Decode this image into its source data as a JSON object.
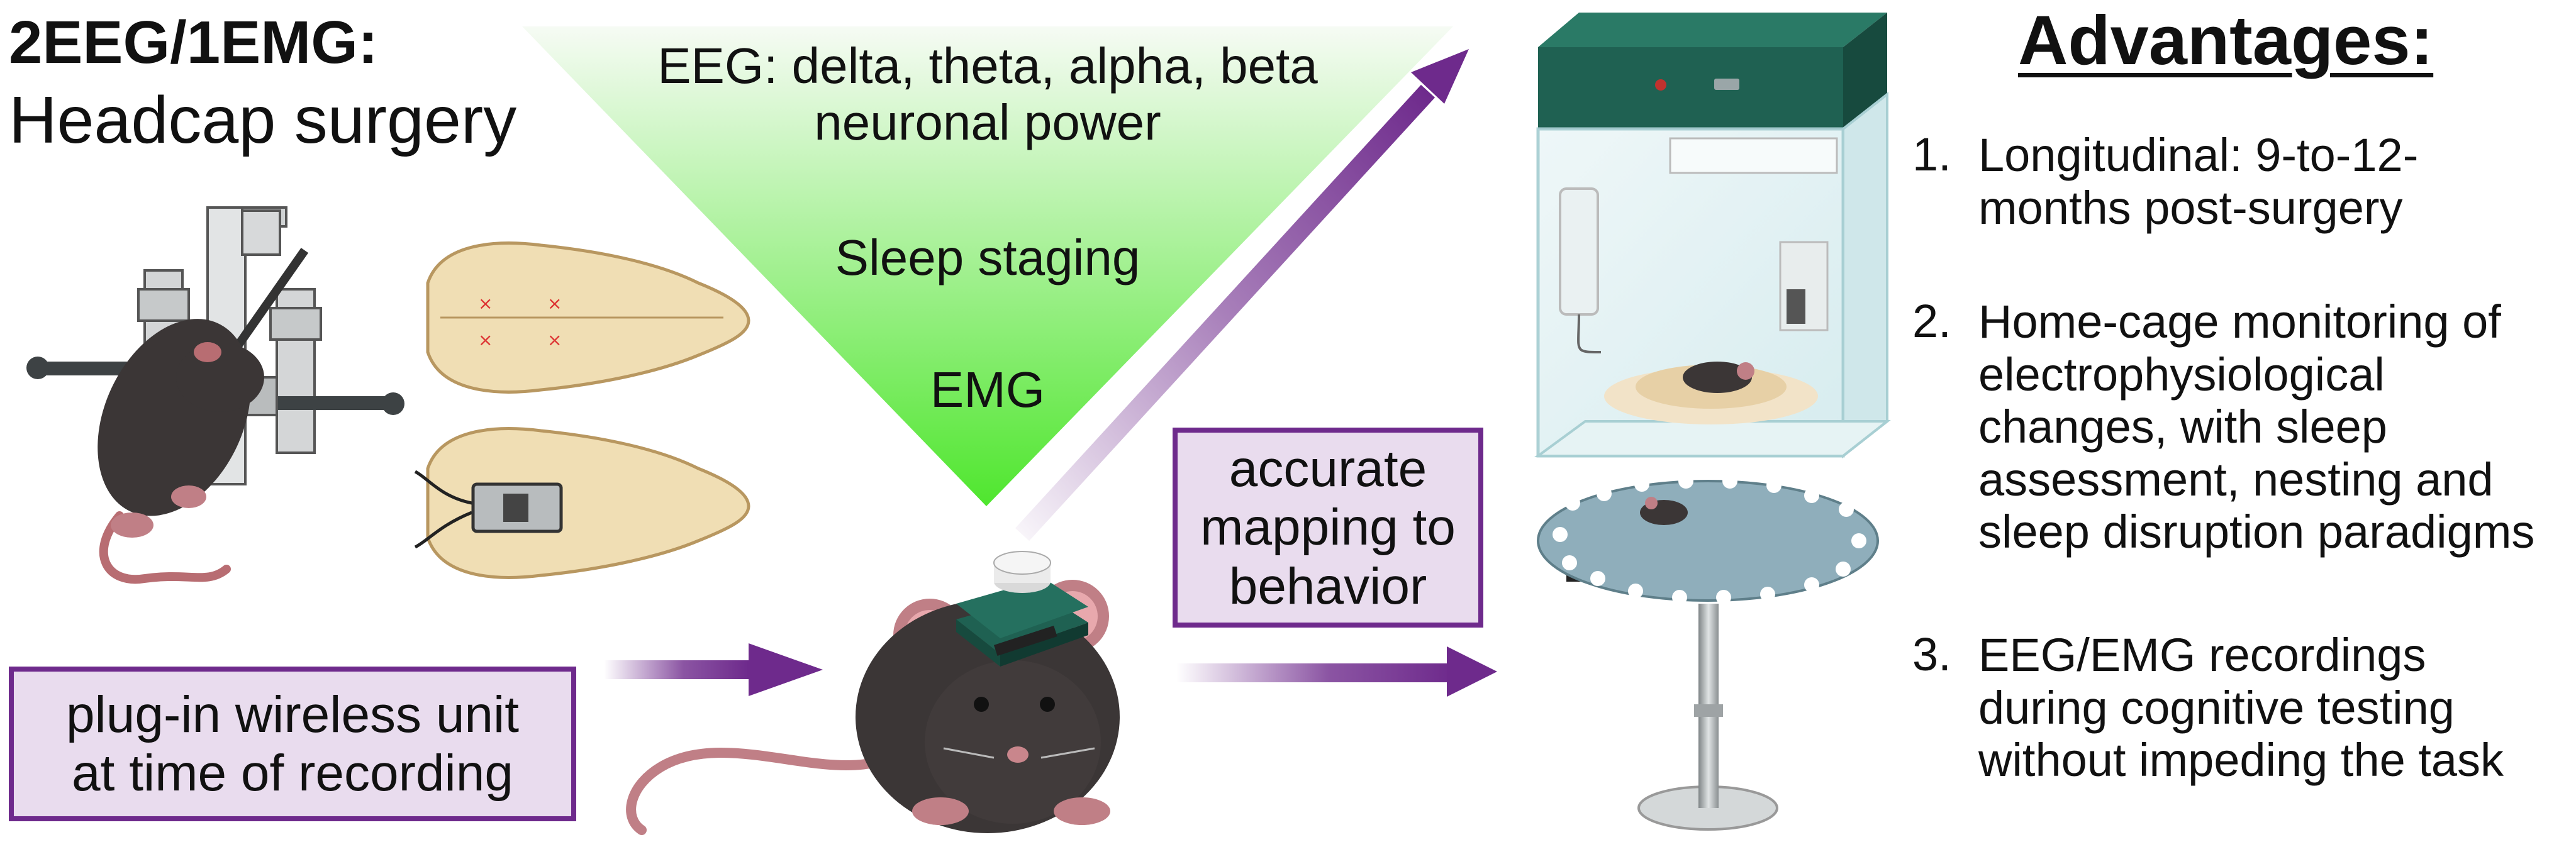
{
  "title": {
    "line1": "2EEG/1EMG:",
    "line2": "Headcap surgery"
  },
  "triangle": {
    "eeg_line1": "EEG: delta, theta, alpha, beta",
    "eeg_line2": "neuronal power",
    "center": "Sleep staging",
    "bottom": "EMG",
    "gradient_top": "#f6fbf4",
    "gradient_bottom": "#4fe62e"
  },
  "boxes": {
    "plugin_line1": "plug-in wireless unit",
    "plugin_line2": "at time of recording",
    "mapping_line1": "accurate",
    "mapping_line2": "mapping to",
    "mapping_line3": "behavior",
    "fill": "#e9dcee",
    "border": "#6e2a8c"
  },
  "advantages": {
    "title": "Advantages:",
    "items": [
      {
        "num": "1.",
        "lines": [
          "Longitudinal: 9-to-12-",
          "months post-surgery"
        ]
      },
      {
        "num": "2.",
        "lines": [
          "Home-cage monitoring of",
          "electrophysiological",
          "changes, with sleep",
          "assessment, nesting and",
          "sleep disruption paradigms"
        ]
      },
      {
        "num": "3.",
        "lines": [
          "EEG/EMG recordings",
          "during cognitive testing",
          "without impeding the task"
        ]
      }
    ]
  },
  "icons": [
    "stereotaxic-frame-icon",
    "mouse-icon",
    "skull-icon",
    "headcap-connector-icon",
    "home-cage-icon",
    "maze-table-icon",
    "arrow-icon"
  ],
  "colors": {
    "arrow": "#6e2a8c",
    "cage_lid": "#1f6152",
    "mouse_fur": "#3b3636",
    "skull": "#f0deb4"
  }
}
